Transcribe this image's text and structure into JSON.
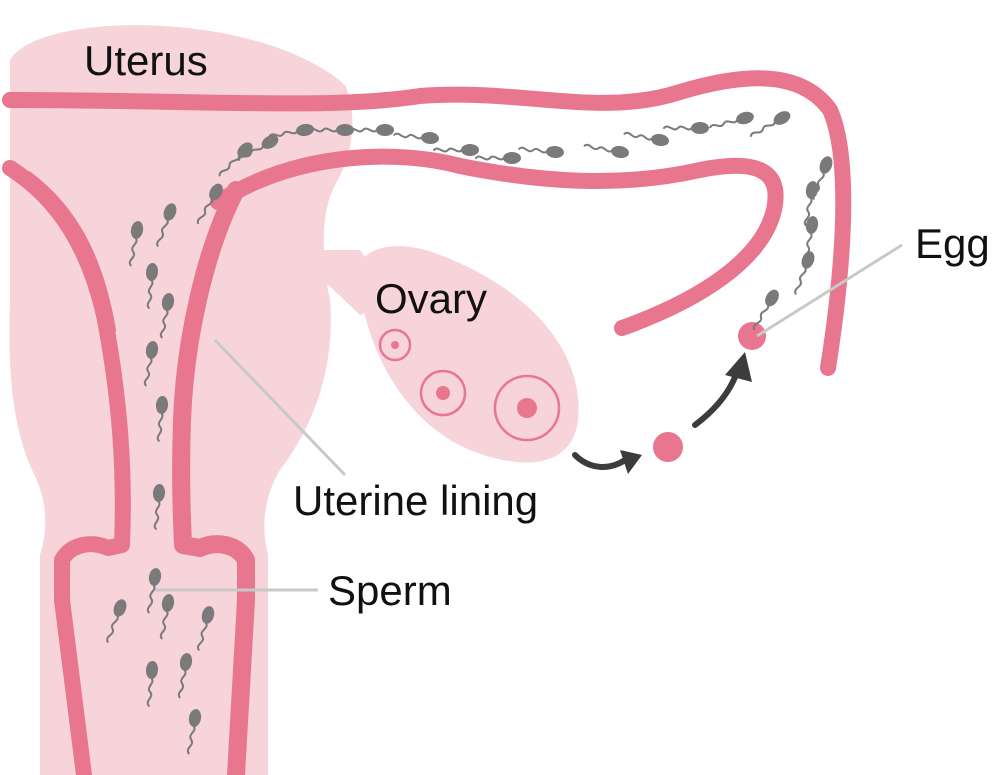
{
  "labels": {
    "uterus": "Uterus",
    "ovary": "Ovary",
    "egg": "Egg",
    "uterine_lining": "Uterine lining",
    "sperm": "Sperm"
  },
  "colors": {
    "tissue": "#f7d3da",
    "lining": "#e8768f",
    "follicle": "#e8768f",
    "sperm": "#7a7a7a",
    "arrow": "#3c3c3c",
    "leader_line": "#c8c8c8"
  },
  "icons": {
    "sperm": "sperm-cell-icon",
    "egg": "egg-cell-icon",
    "follicle": "follicle-icon",
    "arrow": "curved-arrow-icon"
  }
}
